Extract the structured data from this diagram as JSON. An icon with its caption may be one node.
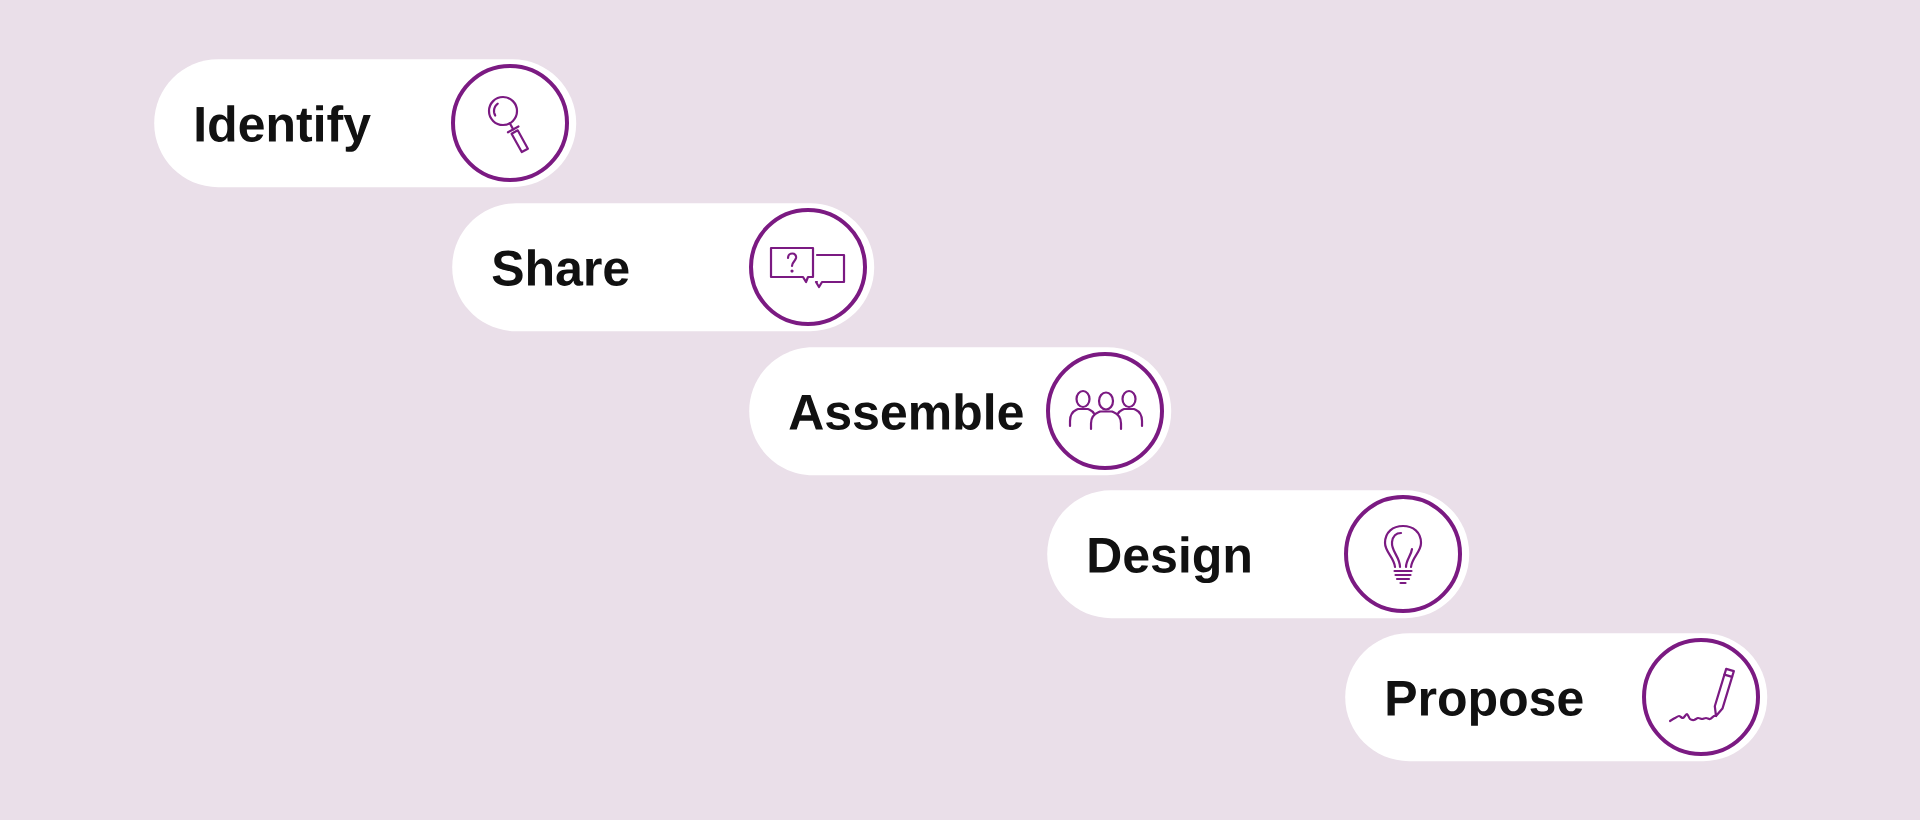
{
  "diagram": {
    "nodes": [
      {
        "text": [
          "Identify"
        ]
      },
      {
        "text": [
          "Share"
        ]
      },
      {
        "text": [
          "Assemble"
        ]
      },
      {
        "text": [
          "Design"
        ]
      },
      {
        "text": [
          "Propose"
        ]
      }
    ]
  }
}
